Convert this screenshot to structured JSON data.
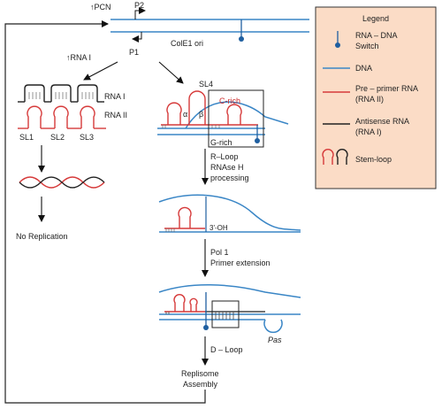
{
  "colors": {
    "dna": "#3a86c6",
    "pre_primer_rna": "#d63a3a",
    "antisense_rna": "#222222",
    "legend_bg": "#fbdcc6",
    "legend_border": "#333333",
    "switch": "#1f5fa0"
  },
  "labels": {
    "pcn": "↑PCN",
    "p2": "P2",
    "p1": "P1",
    "cole1_ori": "ColE1 ori",
    "rna1_up": "↑RNA I",
    "rna_i": "RNA I",
    "rna_ii": "RNA II",
    "sl1": "SL1",
    "sl2": "SL2",
    "sl3": "SL3",
    "no_replication": "No Replication",
    "sl4": "SL4",
    "alpha": "α",
    "beta": "β",
    "c_rich": "C-rich",
    "g_rich": "G-rich",
    "rloop_1": "R–Loop",
    "rloop_2": "RNAse H",
    "rloop_3": "processing",
    "three_oh": "3'-OH",
    "pol1_1": "Pol 1",
    "pol1_2": "Primer extension",
    "pas": "Pas",
    "dloop": "D – Loop",
    "replisome_1": "Replisome",
    "replisome_2": "Assembly"
  },
  "legend": {
    "title": "Legend",
    "items": [
      {
        "icon": "switch-icon",
        "lines": [
          "RNA – DNA",
          "Switch"
        ]
      },
      {
        "icon": "dna-line-icon",
        "lines": [
          "DNA"
        ]
      },
      {
        "icon": "pre-primer-line-icon",
        "lines": [
          "Pre – primer RNA",
          "(RNA II)"
        ]
      },
      {
        "icon": "antisense-line-icon",
        "lines": [
          "Antisense RNA",
          "(RNA I)"
        ]
      },
      {
        "icon": "stem-loop-icon",
        "lines": [
          "Stem-loop"
        ]
      }
    ]
  }
}
